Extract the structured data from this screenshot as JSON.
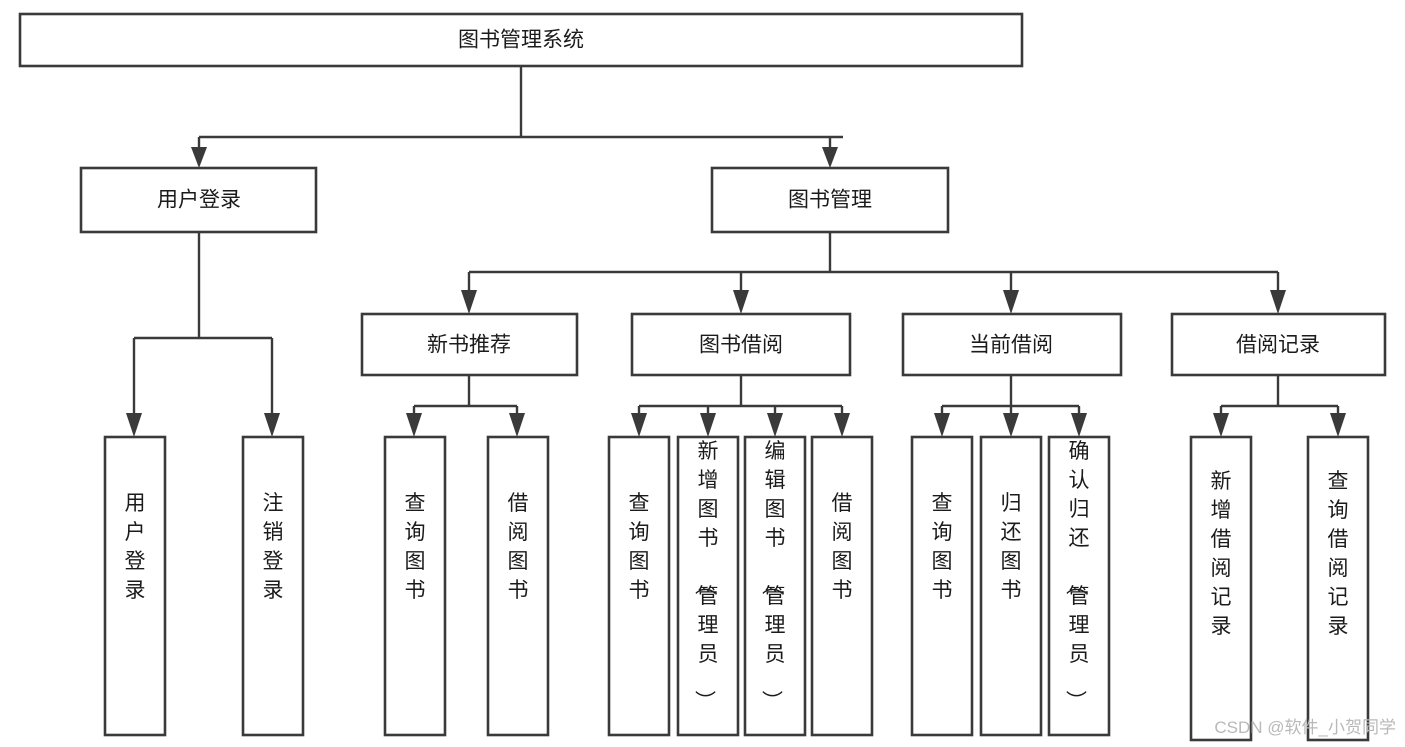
{
  "diagram": {
    "title": "图书管理系统",
    "type": "tree",
    "orientation": "top-down",
    "levels": 4,
    "root": {
      "id": "root",
      "label": "图书管理系统",
      "label_orientation": "horizontal"
    },
    "level2": [
      {
        "id": "user-login",
        "label": "用户登录",
        "label_orientation": "horizontal"
      },
      {
        "id": "book-management",
        "label": "图书管理",
        "label_orientation": "horizontal"
      }
    ],
    "level3": [
      {
        "id": "new-book-recommend",
        "label": "新书推荐",
        "label_orientation": "horizontal",
        "parent": "book-management"
      },
      {
        "id": "book-borrow",
        "label": "图书借阅",
        "label_orientation": "horizontal",
        "parent": "book-management"
      },
      {
        "id": "current-borrow",
        "label": "当前借阅",
        "label_orientation": "horizontal",
        "parent": "book-management"
      },
      {
        "id": "borrow-record",
        "label": "借阅记录",
        "label_orientation": "horizontal",
        "parent": "book-management"
      }
    ],
    "leaves": [
      {
        "id": "leaf-user-login",
        "label": "用户登录",
        "label_orientation": "vertical",
        "parent": "user-login"
      },
      {
        "id": "leaf-logout",
        "label": "注销登录",
        "label_orientation": "vertical",
        "parent": "user-login"
      },
      {
        "id": "leaf-query-book-1",
        "label": "查询图书",
        "label_orientation": "vertical",
        "parent": "new-book-recommend"
      },
      {
        "id": "leaf-borrow-book-1",
        "label": "借阅图书",
        "label_orientation": "vertical",
        "parent": "new-book-recommend"
      },
      {
        "id": "leaf-query-book-2",
        "label": "查询图书",
        "label_orientation": "vertical",
        "parent": "book-borrow"
      },
      {
        "id": "leaf-add-book",
        "label": "新增图书（管理员）",
        "label_orientation": "vertical",
        "parent": "book-borrow"
      },
      {
        "id": "leaf-edit-book",
        "label": "编辑图书（管理员）",
        "label_orientation": "vertical",
        "parent": "book-borrow"
      },
      {
        "id": "leaf-borrow-book-2",
        "label": "借阅图书",
        "label_orientation": "vertical",
        "parent": "book-borrow"
      },
      {
        "id": "leaf-query-book-3",
        "label": "查询图书",
        "label_orientation": "vertical",
        "parent": "current-borrow"
      },
      {
        "id": "leaf-return-book",
        "label": "归还图书",
        "label_orientation": "vertical",
        "parent": "current-borrow"
      },
      {
        "id": "leaf-confirm-return",
        "label": "确认归还（管理员）",
        "label_orientation": "vertical",
        "parent": "current-borrow"
      },
      {
        "id": "leaf-add-record",
        "label": "新增借阅记录",
        "label_orientation": "vertical",
        "parent": "borrow-record"
      },
      {
        "id": "leaf-query-record",
        "label": "查询借阅记录",
        "label_orientation": "vertical",
        "parent": "borrow-record"
      }
    ],
    "colors": {
      "box_stroke": "#3a3a3a",
      "box_fill": "#ffffff",
      "connector": "#3a3a3a",
      "text": "#1b1b1b",
      "background": "#ffffff",
      "watermark": "#b9b9b9"
    }
  },
  "watermark": {
    "text": "CSDN @软件_小贺同学"
  }
}
